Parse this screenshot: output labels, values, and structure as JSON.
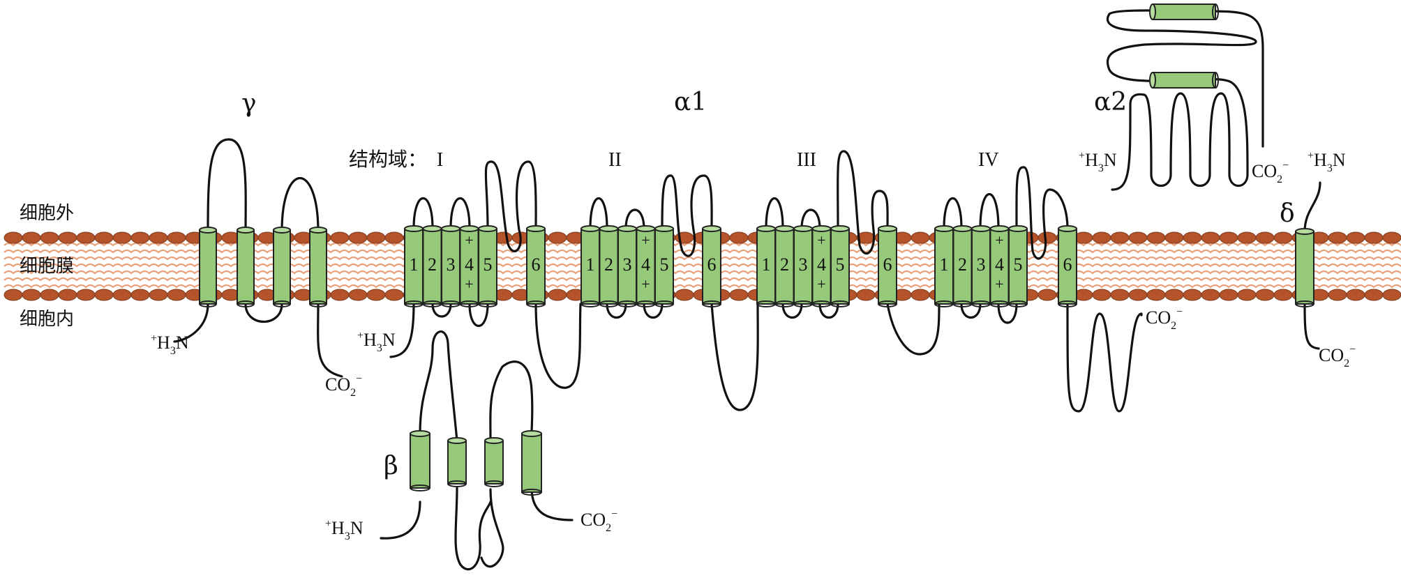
{
  "labels": {
    "gamma": "γ",
    "alpha1": "α1",
    "alpha2": "α2",
    "beta": "β",
    "delta": "δ"
  },
  "regions": {
    "extracellular": "细胞外",
    "membrane": "细胞膜",
    "intracellular": "细胞内"
  },
  "domains": {
    "prefix": "结构域：",
    "d1": "I",
    "d2": "II",
    "d3": "III",
    "d4": "IV"
  },
  "segments": [
    "1",
    "2",
    "3",
    "4",
    "5",
    "6"
  ],
  "charge_mark": "+",
  "termini": {
    "amino_H": "H",
    "amino_sub": "3",
    "amino_N": "N",
    "amino_plus": "+",
    "carboxyl_CO": "CO",
    "carboxyl_sub": "2",
    "carboxyl_minus": "−"
  },
  "colors": {
    "helix_fill": "#97c97b",
    "lipid_head": "#b5532a",
    "lipid_tail": "#e8a07a",
    "line": "#111111"
  }
}
